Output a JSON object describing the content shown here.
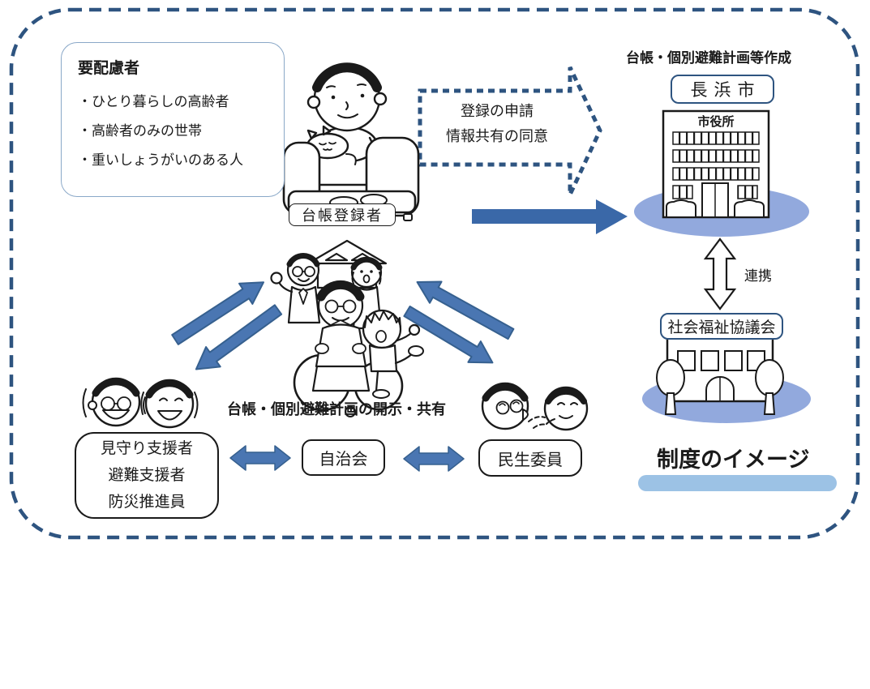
{
  "diagram_title": "制度のイメージ",
  "consideration_box": {
    "title": "要配慮者",
    "items": [
      "・ひとり暮らしの高齢者",
      "・高齢者のみの世帯",
      "・重いしょうがいのある人"
    ]
  },
  "registrant_label": "台帳登録者",
  "application_arrow": {
    "line1": "登録の申請",
    "line2": "情報共有の同意"
  },
  "city": {
    "caption": "台帳・個別避難計画等作成",
    "name": "長浜市",
    "hall_label": "市役所"
  },
  "cooperation_label": "連携",
  "council_name": "社会福祉協議会",
  "share_label": "台帳・個別避難計画の開示・共有",
  "supporters_box": {
    "lines": [
      "見守り支援者",
      "避難支援者",
      "防災推進員"
    ]
  },
  "neighborhood_label": "自治会",
  "welfare_commissioner_label": "民生委員",
  "colors": {
    "border_navy": "#2e5480",
    "arrow_fill_blue": "#4a76b2",
    "arrow_edge_blue": "#36608f",
    "solid_arrow_blue": "#3a68a8",
    "ground_ellipse_blue": "#92a9dd",
    "title_bar_blue": "#9cc2e5",
    "light_box_border_blue": "#8aa8c8"
  }
}
